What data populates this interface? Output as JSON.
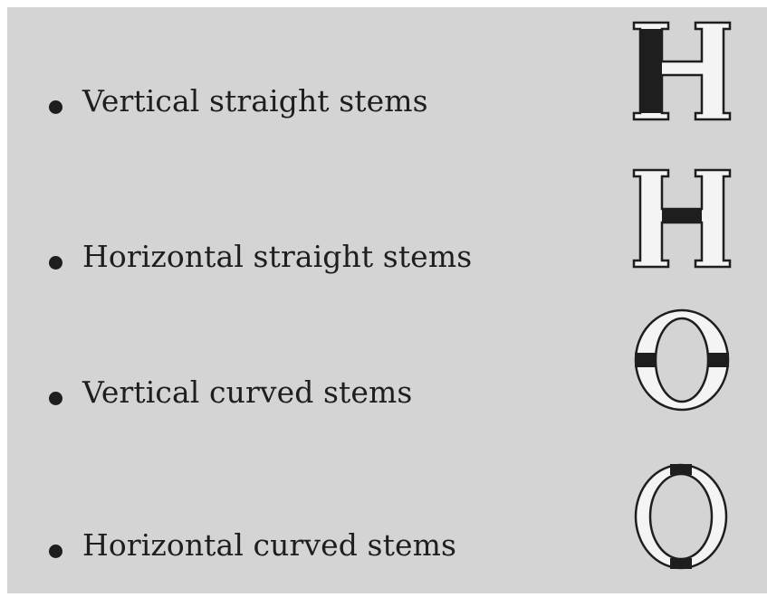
{
  "items": [
    {
      "label": "Vertical straight stems",
      "glyph": "H",
      "highlight": "vertical-straight"
    },
    {
      "label": "Horizontal straight stems",
      "glyph": "H",
      "highlight": "horizontal-straight"
    },
    {
      "label": "Vertical curved stems",
      "glyph": "O",
      "highlight": "vertical-curved"
    },
    {
      "label": "Horizontal curved stems",
      "glyph": "O",
      "highlight": "horizontal-curved"
    }
  ],
  "colors": {
    "background": "#d4d4d4",
    "ink": "#1e1e1e",
    "glyph_fill": "#f4f4f4"
  }
}
